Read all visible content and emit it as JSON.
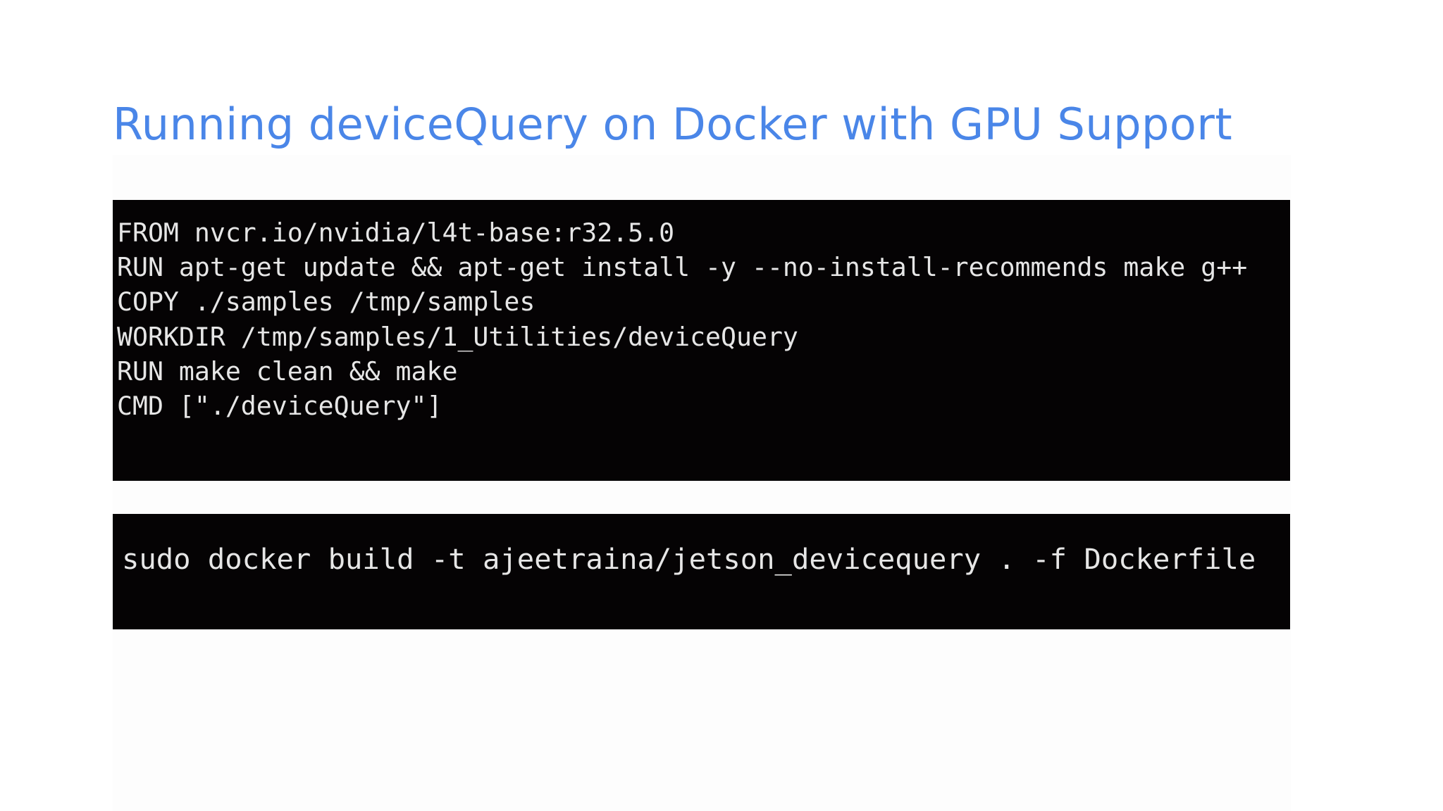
{
  "slide": {
    "title": "Running deviceQuery on Docker with GPU Support"
  },
  "dockerfile": {
    "lines": [
      "FROM nvcr.io/nvidia/l4t-base:r32.5.0",
      "RUN apt-get update && apt-get install -y --no-install-recommends make g++",
      "COPY ./samples /tmp/samples",
      "WORKDIR /tmp/samples/1_Utilities/deviceQuery",
      "RUN make clean && make",
      "CMD [\"./deviceQuery\"]"
    ]
  },
  "build_command": {
    "text": "sudo docker build -t ajeetraina/jetson_devicequery . -f Dockerfile"
  },
  "colors": {
    "title": "#4a86e8",
    "terminal_background": "#050304",
    "terminal_text": "#e6e6e6",
    "page_background": "#ffffff"
  }
}
